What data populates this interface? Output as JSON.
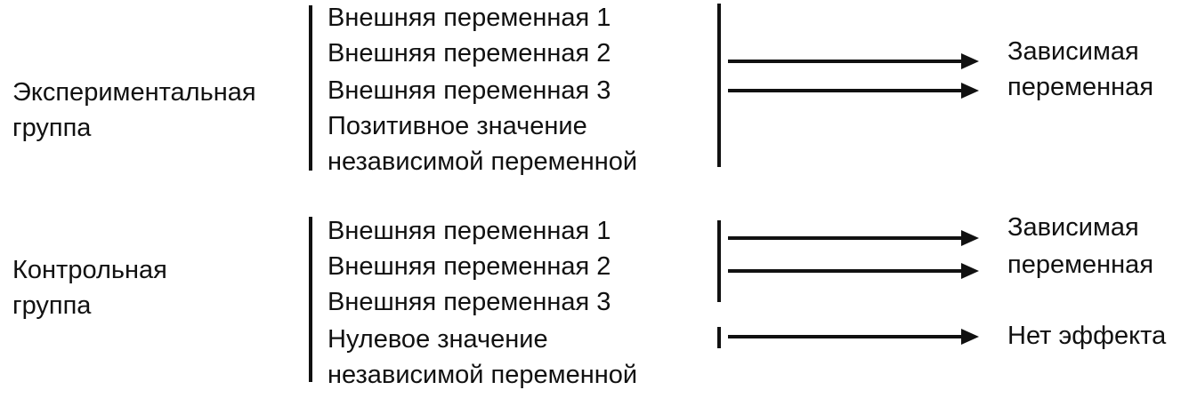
{
  "experimental": {
    "group_label": [
      "Экспериментальная",
      "группа"
    ],
    "items": [
      "Внешняя переменная 1",
      "Внешняя переменная 2",
      "Внешняя переменная 3",
      "Позитивное значение",
      "независимой переменной"
    ],
    "outcome": [
      "Зависимая",
      "переменная"
    ]
  },
  "control": {
    "group_label": [
      "Контрольная",
      "группа"
    ],
    "items": [
      "Внешняя переменная 1",
      "Внешняя переменная 2",
      "Внешняя переменная 3",
      "Нулевое значение",
      "независимой переменной"
    ],
    "outcome": [
      "Зависимая",
      "переменная"
    ],
    "no_effect": "Нет эффекта"
  }
}
